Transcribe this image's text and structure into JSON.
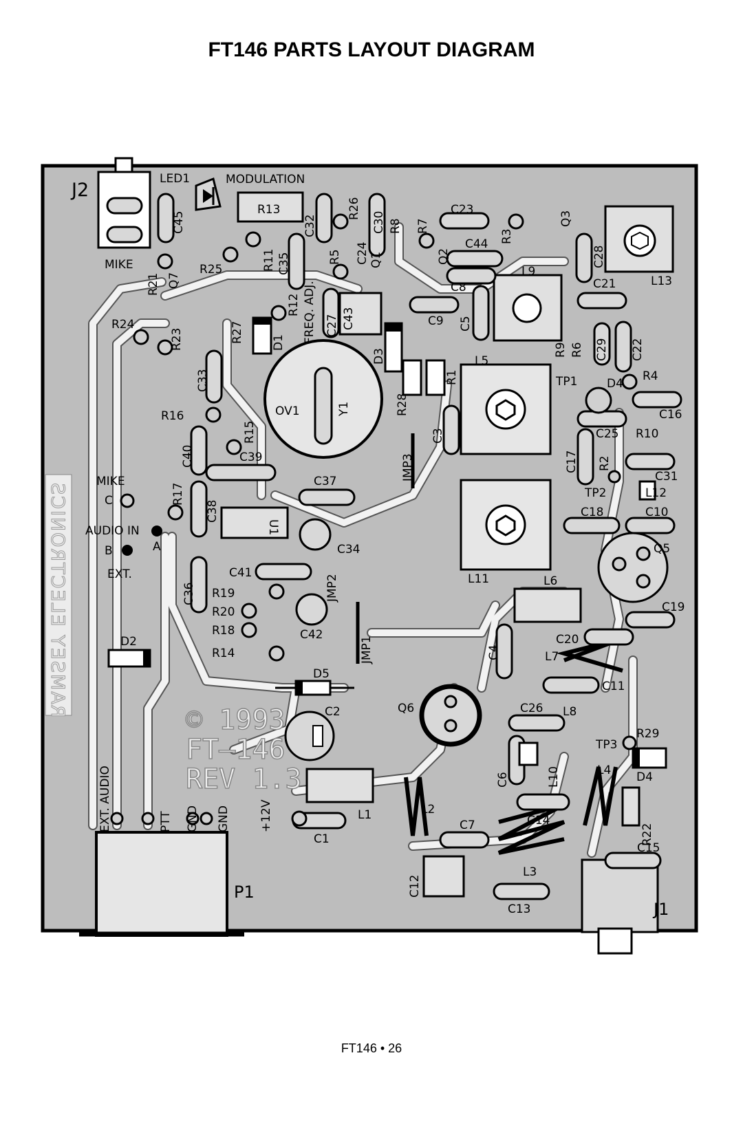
{
  "title": "FT146 PARTS LAYOUT DIAGRAM",
  "footer": "FT146 • 26",
  "board": {
    "watermark_vertical": "RAMSEY ELECTRONICS",
    "watermark_lines": [
      "© 1993",
      "FT–146",
      "REV 1.3"
    ]
  },
  "components": {
    "J2": "J2",
    "LED1": "LED1",
    "MODULATION": "MODULATION",
    "R13": "R13",
    "C45": "C45",
    "C32": "C32",
    "R26": "R26",
    "C30": "C30",
    "R8": "R8",
    "R7": "R7",
    "C23": "C23",
    "Q3": "Q3",
    "C44": "C44",
    "R3": "R3",
    "C28": "C28",
    "L13": "L13",
    "MIKE_TOP": "MIKE",
    "R21": "R21",
    "Q7": "Q7",
    "R25": "R25",
    "R11": "R11",
    "C35": "C35",
    "R5": "R5",
    "C24": "C24",
    "Q1": "Q1",
    "Q2": "Q2",
    "C8": "C8",
    "L9": "L9",
    "C21": "C21",
    "FREQ_ADJ": "FREQ. ADJ.",
    "C27": "C27",
    "C43": "C43",
    "R12": "R12",
    "R27": "R27",
    "D1": "D1",
    "R24": "R24",
    "R23": "R23",
    "C9": "C9",
    "C5": "C5",
    "D3": "D3",
    "R9": "R9",
    "R6": "R6",
    "C29": "C29",
    "C22": "C22",
    "C33": "C33",
    "OV1": "OV1",
    "Y1": "Y1",
    "L5": "L5",
    "R1": "R1",
    "R28": "R28",
    "TP1": "TP1",
    "D4_TOP": "D4",
    "R4": "R4",
    "R16_TOP": "R16",
    "R15": "R15",
    "C16": "C16",
    "C3": "C3",
    "C25": "C25",
    "R10": "R10",
    "C40": "C40",
    "C39": "C39",
    "JMP3": "JMP3",
    "C17": "C17",
    "R2": "R2",
    "C31": "C31",
    "MIKE_SIDE": "MIKE",
    "C_PAD": "C",
    "R17": "R17",
    "C37": "C37",
    "TP2": "TP2",
    "L12": "L12",
    "AUDIO_IN": "AUDIO IN",
    "A_PAD": "A",
    "C38": "C38",
    "U1": "U1",
    "C18": "C18",
    "C10": "C10",
    "B_PAD": "B",
    "C34": "C34",
    "L11": "L11",
    "Q5": "Q5",
    "EXT": "EXT.",
    "C36": "C36",
    "C41": "C41",
    "JMP2": "JMP2",
    "R19": "R19",
    "L6": "L6",
    "C19": "C19",
    "R20": "R20",
    "R18": "R18",
    "C42": "C42",
    "D2": "D2",
    "R14": "R14",
    "JMP1": "JMP1",
    "C4": "C4",
    "C20": "C20",
    "L7": "L7",
    "D5": "D5",
    "C11": "C11",
    "C2": "C2",
    "Q6": "Q6",
    "C26": "C26",
    "L8": "L8",
    "TP3": "TP3",
    "R29": "R29",
    "C6": "C6",
    "L10": "L10",
    "D4_BOT": "D4",
    "L4": "L4",
    "EXT_AUDIO": "EXT. AUDIO",
    "PTT": "PTT",
    "GND1": "GND",
    "GND2": "GND",
    "V12": "+12V",
    "L2": "L2",
    "L1": "L1",
    "C14": "C14",
    "R22": "R22",
    "C1": "C1",
    "C7": "C7",
    "C15": "C15",
    "L3": "L3",
    "C12": "C12",
    "C13": "C13",
    "P1": "P1",
    "J1": "J1"
  }
}
